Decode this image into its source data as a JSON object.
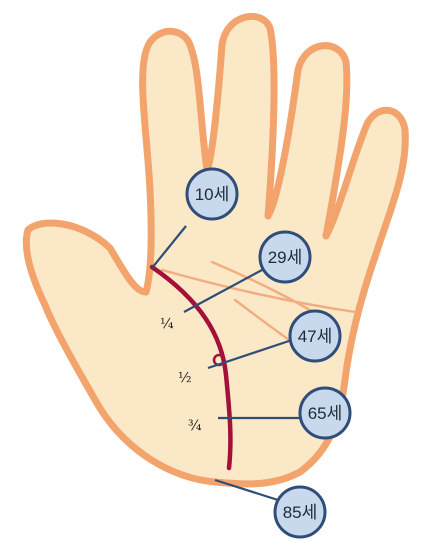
{
  "diagram": {
    "age_labels": [
      "10세",
      "29세",
      "47세",
      "65세",
      "85세"
    ],
    "fraction_labels": [
      "¼",
      "½",
      "¾"
    ],
    "colors": {
      "hand_fill": "#fbe8c6",
      "hand_outline": "#f2a46c",
      "life_line": "#a3113a",
      "circle_fill": "#c8d9ee",
      "circle_stroke": "#2f4d78"
    }
  }
}
